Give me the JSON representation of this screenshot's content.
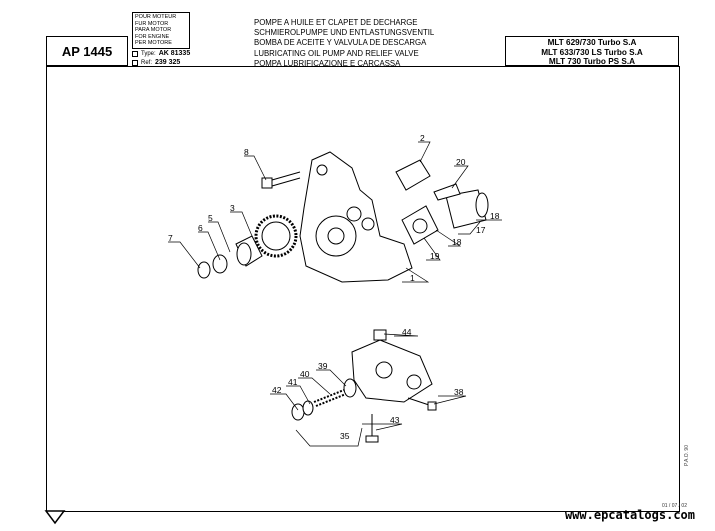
{
  "header": {
    "code": "AP 1445",
    "engine_lines": [
      "POUR MOTEUR",
      "FUR MOTOR",
      "PARA MOTOR",
      "FOR ENGINE",
      "PER MOTORE"
    ],
    "type_label": "Type:",
    "type_value": "AK 81335",
    "ref_label": "Ref:",
    "ref_value": "239 325",
    "titles": [
      "POMPE A HUILE ET CLAPET DE DECHARGE",
      "SCHMIEROLPUMPE UND ENTLASTUNGSVENTIL",
      "BOMBA DE ACEITE Y VALVULA DE DESCARGA",
      "LUBRICATING OIL PUMP AND RELIEF VALVE",
      "POMPA LUBRIFICAZIONE E CARCASSA"
    ],
    "models": [
      "MLT 629/730 Turbo S.A",
      "MLT 633/730 LS Turbo S.A",
      "MLT 730 Turbo PS S.A"
    ]
  },
  "callouts": {
    "c1": "1",
    "c2": "2",
    "c3": "3",
    "c5": "5",
    "c6": "6",
    "c7": "7",
    "c8": "8",
    "c17": "17",
    "c18a": "18",
    "c18b": "18",
    "c19": "19",
    "c20": "20",
    "c35": "35",
    "c38": "38",
    "c39": "39",
    "c40": "40",
    "c41": "41",
    "c42": "42",
    "c43": "43",
    "c44": "44"
  },
  "footer": {
    "date": "01 / 07 / 02",
    "side_note": "P.A.O. 90",
    "watermark": "www.epcatalogs.com",
    "nav_icon": "down-arrow-icon"
  }
}
